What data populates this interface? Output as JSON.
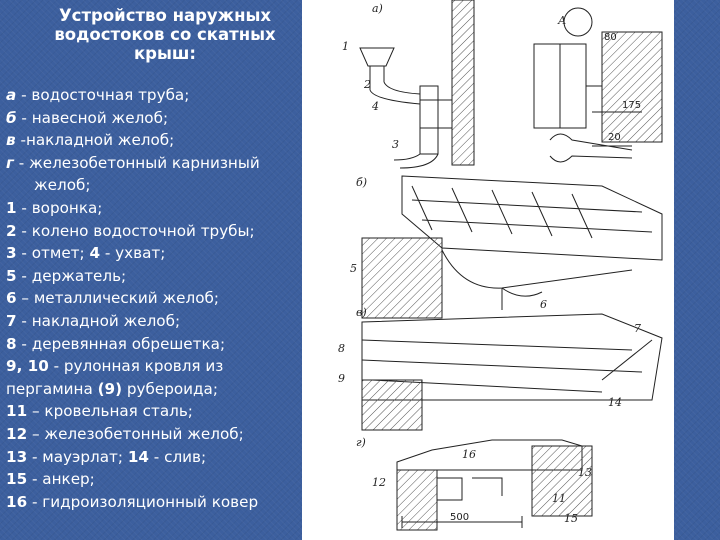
{
  "title": {
    "line1": "Устройство наружных",
    "line2": "водостоков со скатных",
    "line3": "крыш:"
  },
  "legend": [
    {
      "key": "а",
      "sep": " - ",
      "text": "водосточная труба;",
      "italic": true
    },
    {
      "key": "б",
      "sep": " - ",
      "text": "навесной желоб;",
      "italic": true
    },
    {
      "key": "в",
      "sep": " -",
      "text": "накладной желоб;",
      "italic": true
    },
    {
      "key": "г",
      "sep": " - ",
      "text": "железобетонный карнизный",
      "italic": true
    },
    {
      "key": "",
      "sep": "",
      "text": "желоб;",
      "indent": true
    },
    {
      "key": "1",
      "sep": " - ",
      "text": "воронка;"
    },
    {
      "key": "2",
      "sep": " - ",
      "text": "колено водосточной трубы;"
    },
    {
      "key": "3",
      "sep": " - ",
      "text": "отмет; ",
      "key2": "4",
      "sep2": " - ",
      "text2": "ухват;"
    },
    {
      "key": "5",
      "sep": " - ",
      "text": "держатель;"
    },
    {
      "key": "6",
      "sep": " – ",
      "text": "металлический желоб;"
    },
    {
      "key": "7",
      "sep": " - ",
      "text": "накладной желоб;"
    },
    {
      "key": "8",
      "sep": " - ",
      "text": "деревянная обрешетка;"
    },
    {
      "key": "9, 10",
      "sep": " - ",
      "text": "рулонная кровля из"
    },
    {
      "key": "",
      "sep": "",
      "text": "пергамина ",
      "key2": "(9)",
      "sep2": " ",
      "text2": "рубероида;"
    },
    {
      "key": "11",
      "sep": " – ",
      "text": "кровельная сталь;"
    },
    {
      "key": "12",
      "sep": " – ",
      "text": "железобетонный желоб;"
    },
    {
      "key": "13",
      "sep": " - ",
      "text": "мауэрлат; ",
      "key2": "14",
      "sep2": " - ",
      "text2": "слив;"
    },
    {
      "key": "15",
      "sep": " - ",
      "text": "анкер;"
    },
    {
      "key": "16",
      "sep": " - ",
      "text": "гидроизоляционный ковер"
    }
  ],
  "figure": {
    "section_a": "а)",
    "section_b": "б)",
    "section_v": "в)",
    "section_g": "г)",
    "callout_a": "А",
    "dim_80": "80",
    "dim_175": "175",
    "dim_20": "20",
    "dim_500": "500",
    "label_1": "1",
    "label_2": "2",
    "label_3": "3",
    "label_4": "4",
    "label_5": "5",
    "label_6": "6",
    "label_7": "7",
    "label_8": "8",
    "label_9": "9",
    "label_11": "11",
    "label_12": "12",
    "label_13": "13",
    "label_14": "14",
    "label_15": "15",
    "label_16": "16"
  }
}
